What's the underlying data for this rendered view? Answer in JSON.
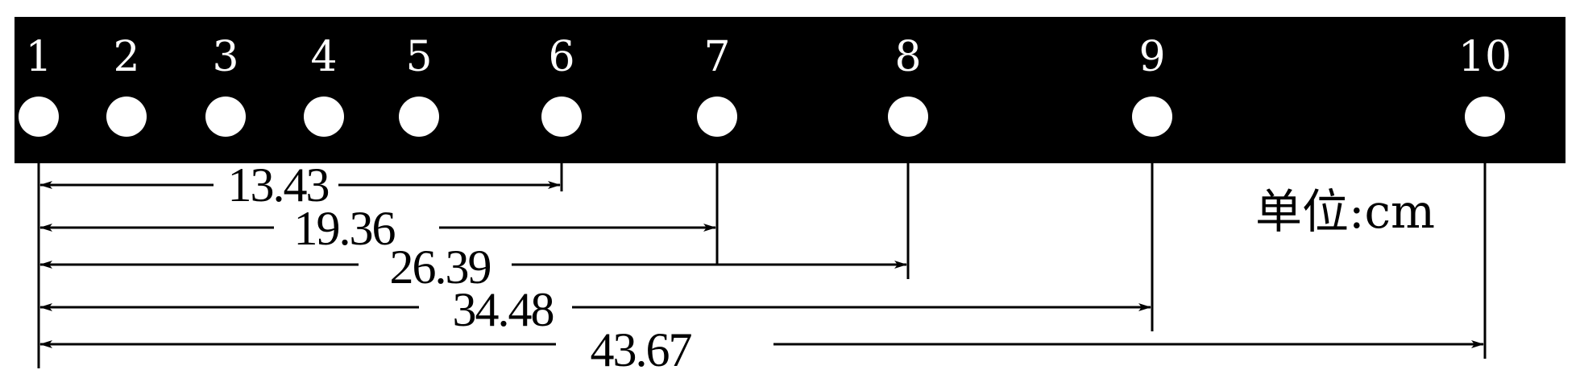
{
  "points": [
    "1",
    "2",
    "3",
    "4",
    "5",
    "6",
    "7",
    "8",
    "9",
    "10"
  ],
  "measurements": [
    {
      "value": "13.43",
      "to_point": "6"
    },
    {
      "value": "19.36",
      "to_point": "7"
    },
    {
      "value": "26.39",
      "to_point": "8"
    },
    {
      "value": "34.48",
      "to_point": "9"
    },
    {
      "value": "43.67",
      "to_point": "10"
    }
  ],
  "unit_label": "单位:cm",
  "colors": {
    "strip": "#000000",
    "dots": "#ffffff",
    "lines": "#000000"
  }
}
